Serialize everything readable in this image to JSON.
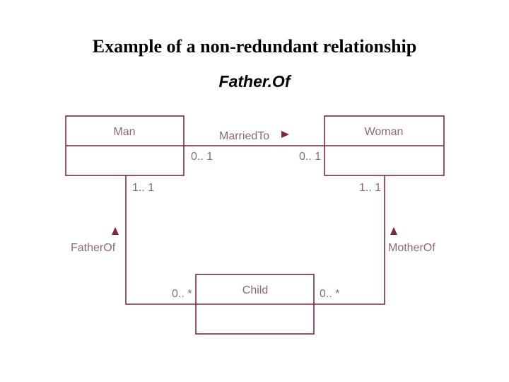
{
  "title": "Example of a non-redundant relationship",
  "subtitle": "Father.Of",
  "colors": {
    "line": "#7a2a3a",
    "text": "#8c6a6f"
  },
  "classes": {
    "man": "Man",
    "woman": "Woman",
    "child": "Child"
  },
  "associations": {
    "married_to": "MarriedTo",
    "father_of": "FatherOf",
    "mother_of": "MotherOf"
  },
  "multiplicities": {
    "man_married": "0.. 1",
    "woman_married": "0.. 1",
    "man_father": "1.. 1",
    "woman_mother": "1.. 1",
    "child_father": "0.. *",
    "child_mother": "0.. *"
  },
  "icons": {
    "direction_right": "triangle-right-icon",
    "direction_up": "triangle-up-icon"
  }
}
